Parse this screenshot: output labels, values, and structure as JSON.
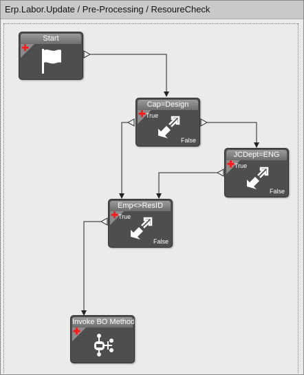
{
  "window": {
    "title": "Erp.Labor.Update / Pre-Processing / ResoureCheck"
  },
  "nodes": {
    "start": {
      "label": "Start",
      "icon": "flag-icon"
    },
    "cap_design": {
      "label": "Cap=Design",
      "true_label": "True",
      "false_label": "False",
      "icon": "expand-arrow-icon"
    },
    "jcdept_eng": {
      "label": "JCDept=ENG",
      "true_label": "True",
      "false_label": "False",
      "icon": "expand-arrow-icon"
    },
    "emp_resid": {
      "label": "Emp<>ResID",
      "true_label": "True",
      "false_label": "False",
      "icon": "expand-arrow-icon"
    },
    "invoke_bo": {
      "label": "Invoke BO Method",
      "icon": "bo-method-icon"
    }
  },
  "colors": {
    "node_body": "#4e4e4e",
    "node_header": "#8a8a8a",
    "plus": "#ff1a1a",
    "canvas": "#ebebeb",
    "connector": "#222222"
  }
}
